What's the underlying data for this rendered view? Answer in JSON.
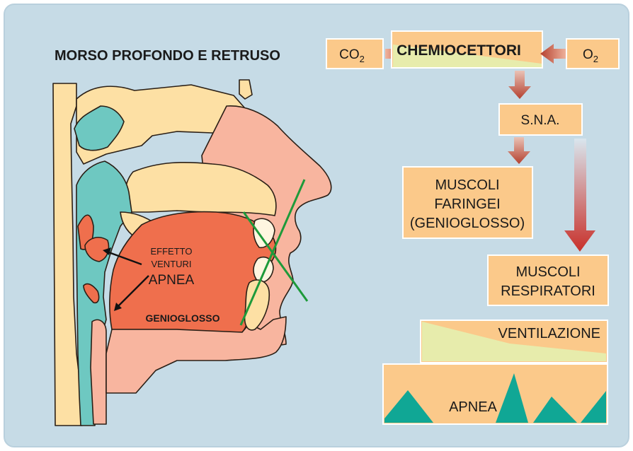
{
  "title": "MORSO PROFONDO E RETRUSO",
  "flow": {
    "co2": {
      "base": "CO",
      "sub": "2"
    },
    "o2": {
      "base": "O",
      "sub": "2"
    },
    "chemio": "CHEMIOCETTORI",
    "sna": "S.N.A.",
    "muscoli_faringei": [
      "MUSCOLI",
      "FARINGEI",
      "(GENIOGLOSSO)"
    ],
    "muscoli_respiratori": [
      "MUSCOLI",
      "RESPIRATORI"
    ],
    "ventilazione": "VENTILAZIONE",
    "apnea_chart": "APNEA"
  },
  "anatomy": {
    "effetto": "EFFETTO",
    "venturi": "VENTURI",
    "apnea": "APNEA",
    "genioglosso": "GENIOGLOSSO"
  },
  "colors": {
    "background": "#c6dbe6",
    "box_fill": "#fbc98a",
    "arrow_dark": "#b03a2a",
    "ventilation_fill": "#e7ecac",
    "apnea_fill": "#10a795",
    "tongue": "#ef6f4d",
    "skin": "#f8b59f",
    "bone": "#fde0a4",
    "airway": "#6ec8c1",
    "nerve_green": "#1e9a3a"
  }
}
